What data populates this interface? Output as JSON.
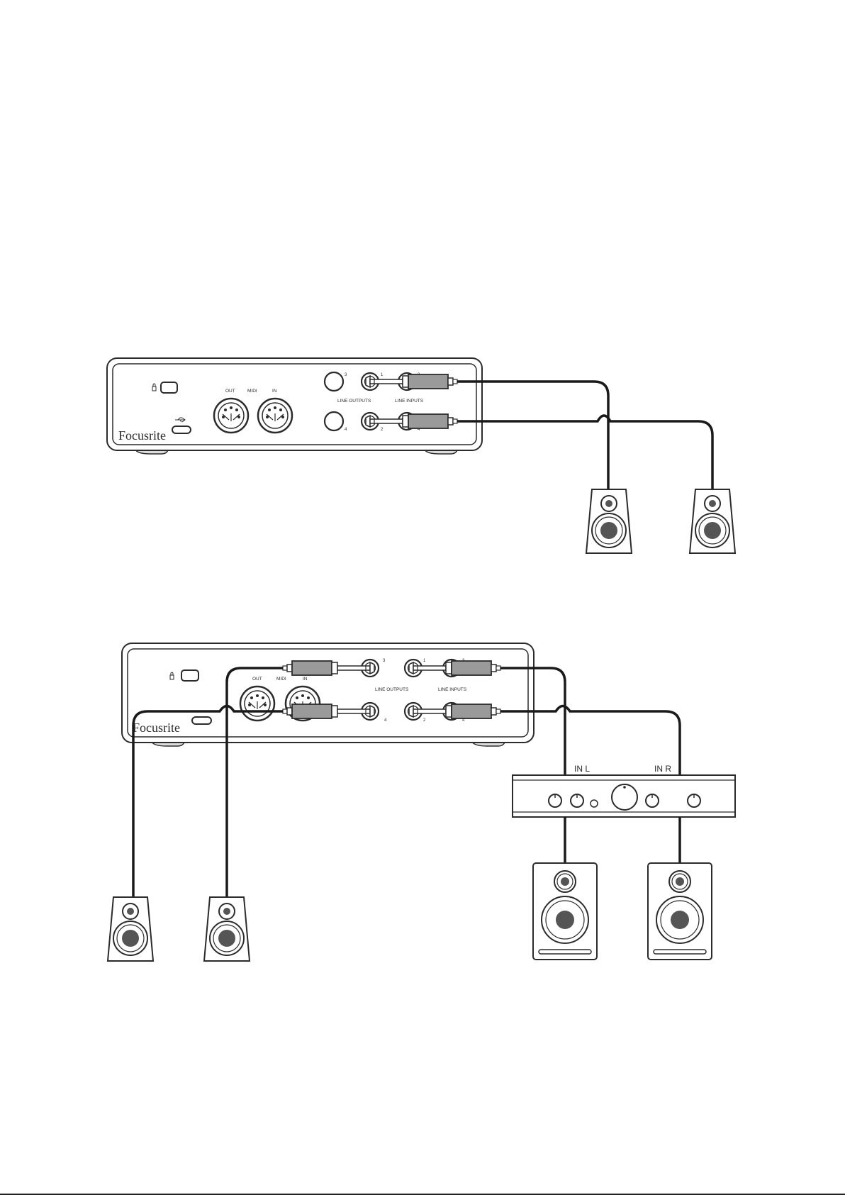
{
  "interface": {
    "brand": "Focusrite",
    "midi_out": "OUT",
    "midi_label": "MIDI",
    "midi_in": "IN",
    "line_outputs": "LINE OUTPUTS",
    "line_inputs": "LINE INPUTS",
    "n1": "1",
    "n2": "2",
    "n3": "3",
    "n4": "4"
  },
  "amplifier": {
    "in_l": "IN L",
    "in_r": "IN R"
  },
  "colors": {
    "line": "#2b2b2b",
    "cable": "#1a1a1a",
    "plug_fill": "#9a9a9a",
    "woofer": "#555555"
  },
  "icons": [
    "kensington-lock-icon",
    "usb-icon"
  ]
}
